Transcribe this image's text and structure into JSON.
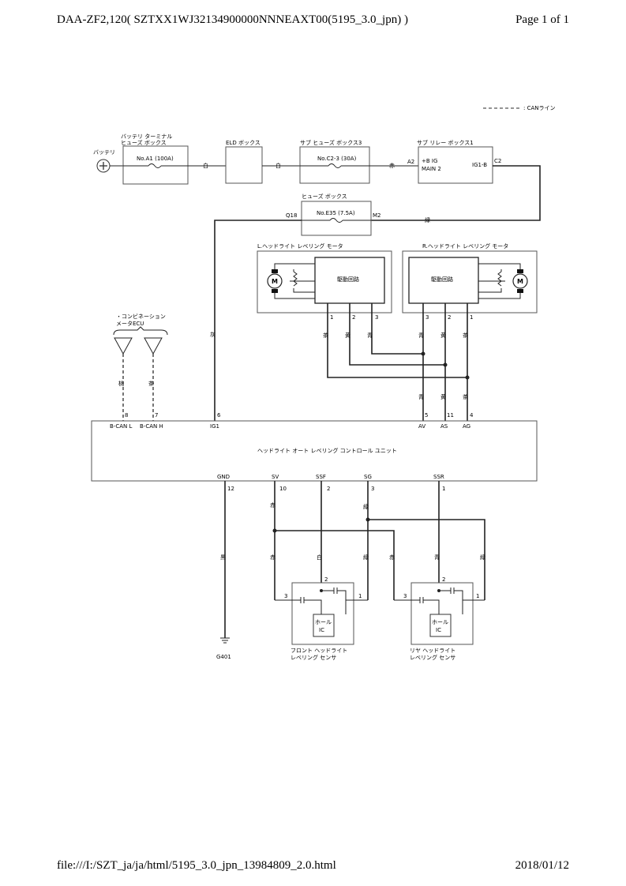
{
  "header": {
    "title": "DAA-ZF2,120( SZTXX1WJ32134900000NNNEAXT00(5195_3.0_jpn) )",
    "page": "Page 1 of 1"
  },
  "footer": {
    "path": "file:///I:/SZT_ja/ja/html/5195_3.0_jpn_13984809_2.0.html",
    "date": "2018/01/12"
  },
  "diagram": {
    "legend": ": CANライン",
    "battery": "バッテリ",
    "battery_box_l1": "バッテリ ターミナル",
    "battery_box_l2": "ヒューズ ボックス",
    "fuse_a1": "No.A1 (100A)",
    "eld": "ELD ボックス",
    "sub_fuse_box": "サブ ヒューズ ボックス3",
    "fuse_c23": "No.C2-3 (30A)",
    "sub_relay_box": "サブ リレー ボックス1",
    "relay_l1": "+B IG",
    "relay_l2": "MAIN 2",
    "ig1b": "IG1-B",
    "a2": "A2",
    "c2": "C2",
    "fuse_box": "ヒューズ ボックス",
    "fuse_e35": "No.E35 (7.5A)",
    "q18": "Q18",
    "m2": "M2",
    "l_motor": "L.ヘッドライト レベリング モータ",
    "r_motor": "R.ヘッドライト レベリング モータ",
    "drive": "駆動回路",
    "m": "M",
    "combi_l1": "・コンビネーション",
    "combi_l2": "メータECU",
    "ecu": "ヘッドライト オート レベリング コントロール ユニット",
    "front_sensor_l1": "フロント ヘッドライト",
    "front_sensor_l2": "レベリング センサ",
    "rear_sensor_l1": "リヤ ヘッドライト",
    "rear_sensor_l2": "レベリング センサ",
    "hall_l1": "ホール",
    "hall_l2": "IC",
    "ground": "G401",
    "colors": {
      "white": "白",
      "red": "赤",
      "green": "緑",
      "gray": "灰",
      "brown": "茶",
      "yellow": "黄",
      "pink": "桃",
      "black": "黒",
      "blue": "青"
    },
    "pins": {
      "p1": "1",
      "p2": "2",
      "p3": "3",
      "p5": "5",
      "p6": "6",
      "p7": "7",
      "p8": "8",
      "p10": "10",
      "p11": "11",
      "p12": "12"
    },
    "terms": {
      "bcanl": "B-CAN L",
      "bcanh": "B-CAN H",
      "ig1": "IG1",
      "av": "AV",
      "as": "AS",
      "ag": "AG",
      "gnd": "GND",
      "sv": "SV",
      "ssf": "SSF",
      "sg": "SG",
      "ssr": "SSR"
    }
  }
}
